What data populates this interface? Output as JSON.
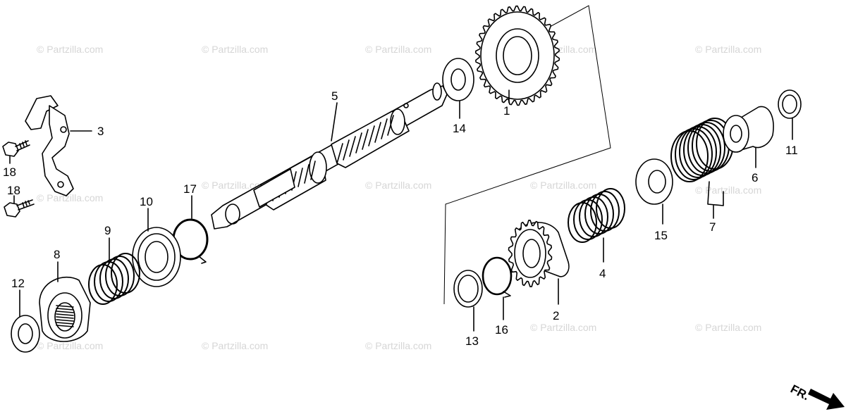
{
  "watermark": "© Partzilla.com",
  "direction_label": "FR.",
  "callouts": {
    "c1": "1",
    "c2": "2",
    "c3": "3",
    "c4": "4",
    "c5": "5",
    "c6": "6",
    "c7": "7",
    "c8": "8",
    "c9": "9",
    "c10": "10",
    "c11": "11",
    "c12": "12",
    "c13": "13",
    "c14": "14",
    "c15": "15",
    "c16": "16",
    "c17": "17",
    "c18a": "18",
    "c18b": "18"
  }
}
